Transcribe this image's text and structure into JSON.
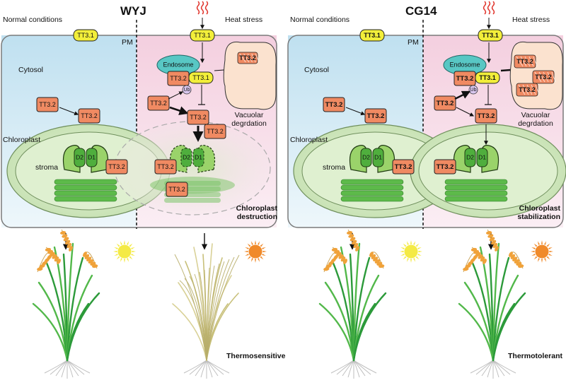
{
  "panels": [
    {
      "title": "WYJ",
      "normal_label": "Normal conditions",
      "heat_label": "Heat stress",
      "pm": "PM",
      "cytosol": "Cytosol",
      "chloroplast": "Chloroplast",
      "stroma": "stroma",
      "endosome": "Endosome",
      "ub": "Ub",
      "vacuolar": "Vacuolar degrdation",
      "outcome_line1": "Chloroplast",
      "outcome_line2": "destruction",
      "phenotype": "Thermosensitive",
      "tt31": "TT3.1",
      "tt32": "TT3.2",
      "d1": "D1",
      "d2": "D2"
    },
    {
      "title": "CG14",
      "normal_label": "Normal conditions",
      "heat_label": "Heat stress",
      "pm": "PM",
      "cytosol": "Cytosol",
      "chloroplast": "Chloroplast",
      "stroma": "stroma",
      "endosome": "Endosome",
      "ub": "Ub",
      "vacuolar": "Vacuolar degrdation",
      "outcome_line1": "Chloroplast",
      "outcome_line2": "stabilization",
      "phenotype": "Thermotolerant",
      "tt31": "TT3.1",
      "tt32": "TT3.2",
      "d1": "D1",
      "d2": "D2"
    }
  ],
  "colors": {
    "cytosol_blue": "#cfe6f2",
    "heat_pink": "#f6dde8",
    "tt31_yellow": "#f2ee3a",
    "tt32_orange": "#f08a62",
    "chloroplast_green": "#c8e2b4",
    "thylakoid_green": "#5dba4a",
    "sun_yellow": "#f4ea45",
    "sun_orange": "#f08a2a"
  }
}
